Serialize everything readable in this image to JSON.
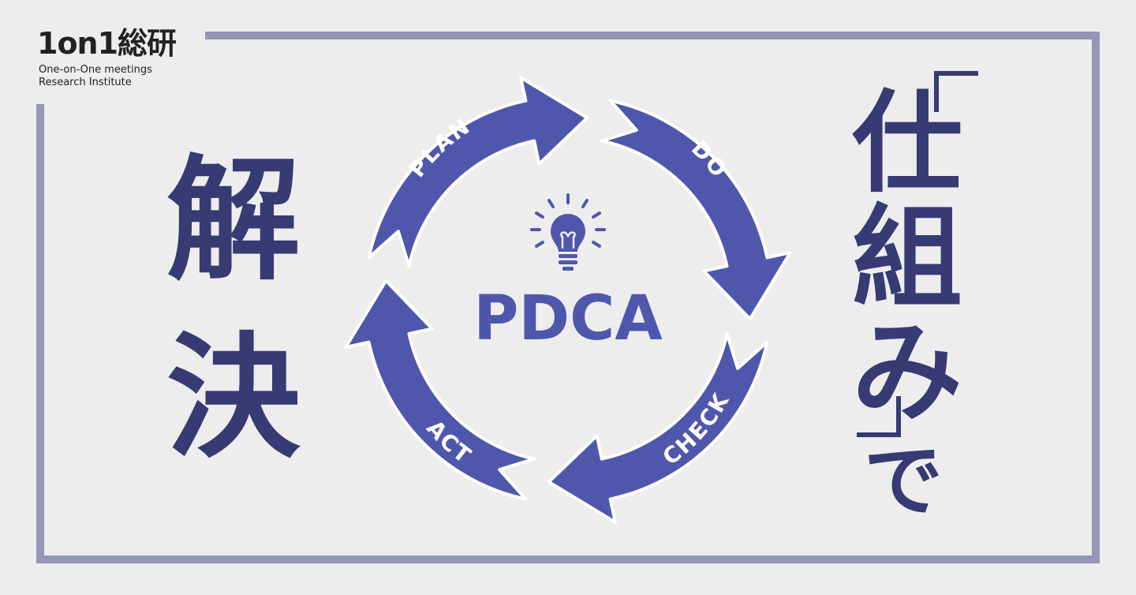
{
  "logo": {
    "name": "1on1総研",
    "subtitle_line1": "One-on-One meetings",
    "subtitle_line2": "Research Institute"
  },
  "left_text": [
    "解",
    "決"
  ],
  "right_text": {
    "chars": [
      "仕",
      "組",
      "み"
    ],
    "suffix": "で"
  },
  "cycle": {
    "center": "PDCA",
    "center_icon": "lightbulb-icon",
    "stages": [
      "PLAN",
      "DO",
      "CHECK",
      "ACT"
    ]
  },
  "colors": {
    "ring": "#4f57ad",
    "text_dark": "#383a73",
    "frame": "#9595b6",
    "background": "#ededed"
  }
}
